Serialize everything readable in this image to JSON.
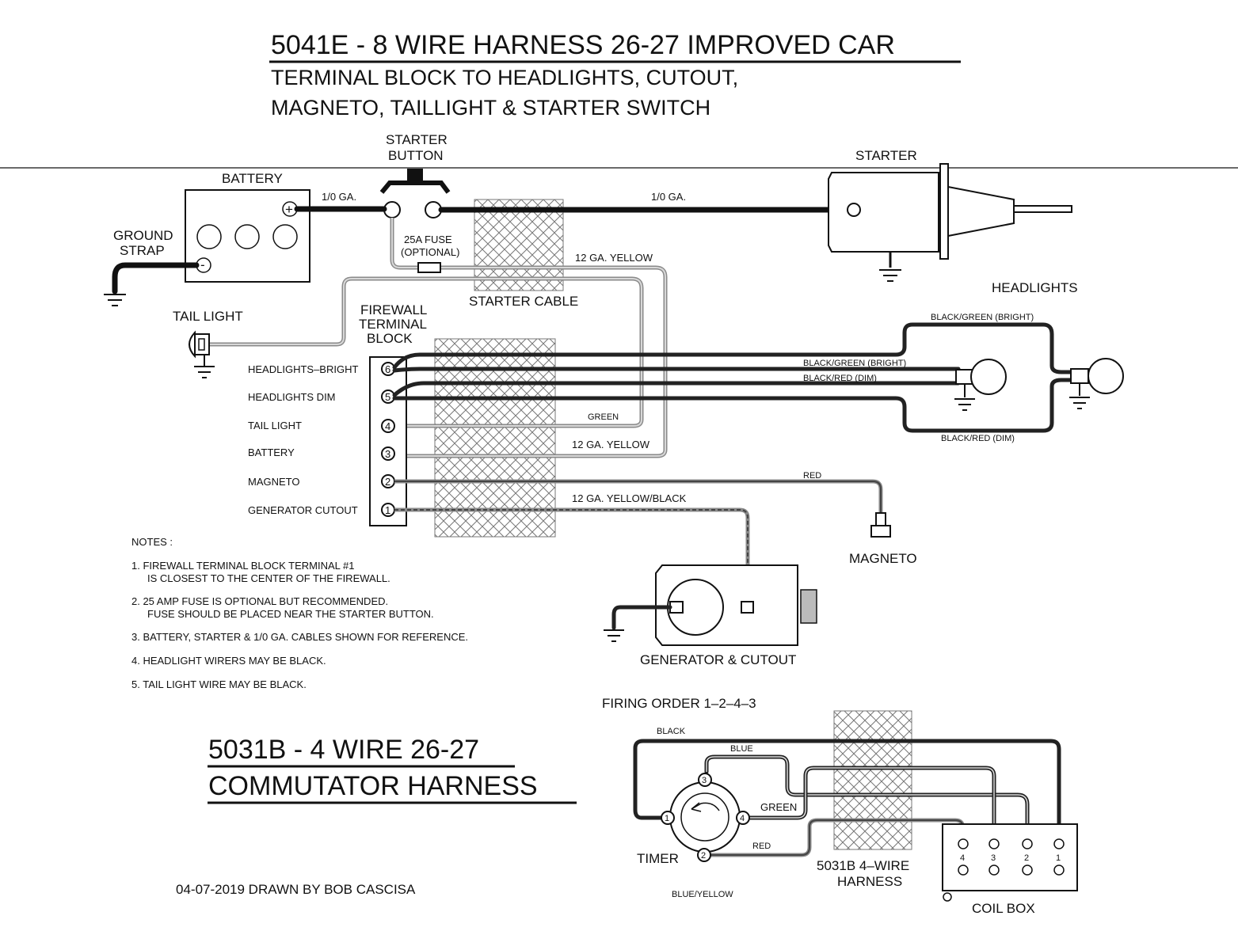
{
  "title": {
    "main": "5041E - 8 WIRE HARNESS  26-27 IMPROVED CAR",
    "sub1": "TERMINAL BLOCK TO HEADLIGHTS, CUTOUT,",
    "sub2": "MAGNETO, TAILLIGHT & STARTER SWITCH"
  },
  "components": {
    "battery": "BATTERY",
    "battery_plus": "+",
    "battery_minus": "-",
    "ground_strap_1": "GROUND",
    "ground_strap_2": "STRAP",
    "starter_button_1": "STARTER",
    "starter_button_2": "BUTTON",
    "starter": "STARTER",
    "tail_light": "TAIL  LIGHT",
    "starter_cable": "STARTER  CABLE",
    "fuse_1": "25A  FUSE",
    "fuse_2": "(OPTIONAL)",
    "firewall_1": "FIREWALL",
    "firewall_2": "TERMINAL",
    "firewall_3": "BLOCK",
    "headlights": "HEADLIGHTS",
    "magneto": "MAGNETO",
    "generator": "GENERATOR  &  CUTOUT"
  },
  "wire_labels": {
    "battery_to_button": "1/0  GA.",
    "button_to_starter": "1/0  GA.",
    "yellow_top": "12  GA.  YELLOW",
    "green": "GREEN",
    "yellow_mid": "12  GA.  YELLOW",
    "red": "RED",
    "yellow_black": "12  GA.  YELLOW/BLACK",
    "bg_bright_outer": "BLACK/GREEN  (BRIGHT)",
    "bg_bright_inner": "BLACK/GREEN  (BRIGHT)",
    "br_dim_inner": "BLACK/RED  (DIM)",
    "br_dim_outer": "BLACK/RED  (DIM)"
  },
  "terminal_block": {
    "terminals": [
      {
        "num": "6",
        "label": "HEADLIGHTS–BRIGHT"
      },
      {
        "num": "5",
        "label": "HEADLIGHTS  DIM"
      },
      {
        "num": "4",
        "label": "TAIL  LIGHT"
      },
      {
        "num": "3",
        "label": "BATTERY"
      },
      {
        "num": "2",
        "label": "MAGNETO"
      },
      {
        "num": "1",
        "label": "GENERATOR  CUTOUT"
      }
    ]
  },
  "notes": {
    "header": "NOTES  :",
    "items": [
      {
        "l1": "1.  FIREWALL  TERMINAL  BLOCK  TERMINAL  #1",
        "l2": "IS  CLOSEST  TO  THE  CENTER  OF  THE  FIREWALL."
      },
      {
        "l1": "2.  25  AMP  FUSE  IS  OPTIONAL  BUT  RECOMMENDED.",
        "l2": "FUSE  SHOULD  BE  PLACED  NEAR  THE  STARTER  BUTTON."
      },
      {
        "l1": "3.  BATTERY,  STARTER  &  1/0  GA.  CABLES  SHOWN  FOR  REFERENCE.",
        "l2": ""
      },
      {
        "l1": "4.  HEADLIGHT  WIRERS  MAY  BE  BLACK.",
        "l2": ""
      },
      {
        "l1": "5.  TAIL  LIGHT  WIRE  MAY   BE  BLACK.",
        "l2": ""
      }
    ]
  },
  "commutator": {
    "title1": "5031B - 4 WIRE  26-27",
    "title2": "COMMUTATOR HARNESS",
    "firing_order": "FIRING  ORDER  1–2–4–3",
    "timer": "TIMER",
    "harness_1": "5031B  4–WIRE",
    "harness_2": "HARNESS",
    "coil_box": "COIL  BOX",
    "wires": {
      "black": "BLACK",
      "blue": "BLUE",
      "green": "GREEN",
      "red": "RED",
      "blue_yellow": "BLUE/YELLOW"
    },
    "timer_terminals": [
      "1",
      "2",
      "3",
      "4"
    ],
    "coil_terminals": [
      "4",
      "3",
      "2",
      "1"
    ]
  },
  "footer": {
    "drawn_by": "04-07-2019 DRAWN BY BOB CASCISA"
  }
}
